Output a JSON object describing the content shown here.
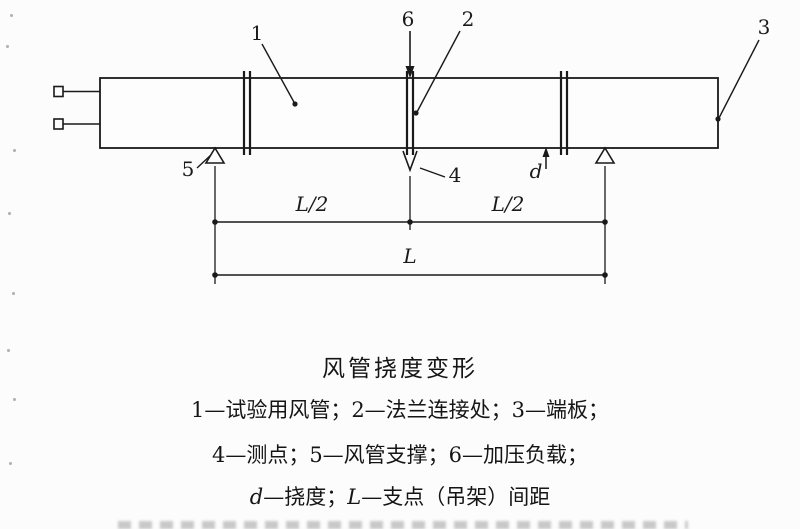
{
  "diagram": {
    "callout_1": "1",
    "callout_2": "2",
    "callout_3": "3",
    "callout_4": "4",
    "callout_5": "5",
    "callout_6": "6",
    "deflection_label": "d",
    "dim_half_left": "L/2",
    "dim_half_right": "L/2",
    "dim_total": "L"
  },
  "caption": {
    "title": "风管挠度变形",
    "legend_line1": "1—试验用风管；2—法兰连接处；3—端板；",
    "legend_line2": "4—测点；5—风管支撑；6—加压负载；",
    "legend_line3": {
      "d": "d",
      "after_d": "—挠度；",
      "L": "L",
      "after_L": "—支点（吊架）间距"
    }
  },
  "colors": {
    "ink": "#1a1a1a",
    "paper": "#fcfcfc"
  }
}
